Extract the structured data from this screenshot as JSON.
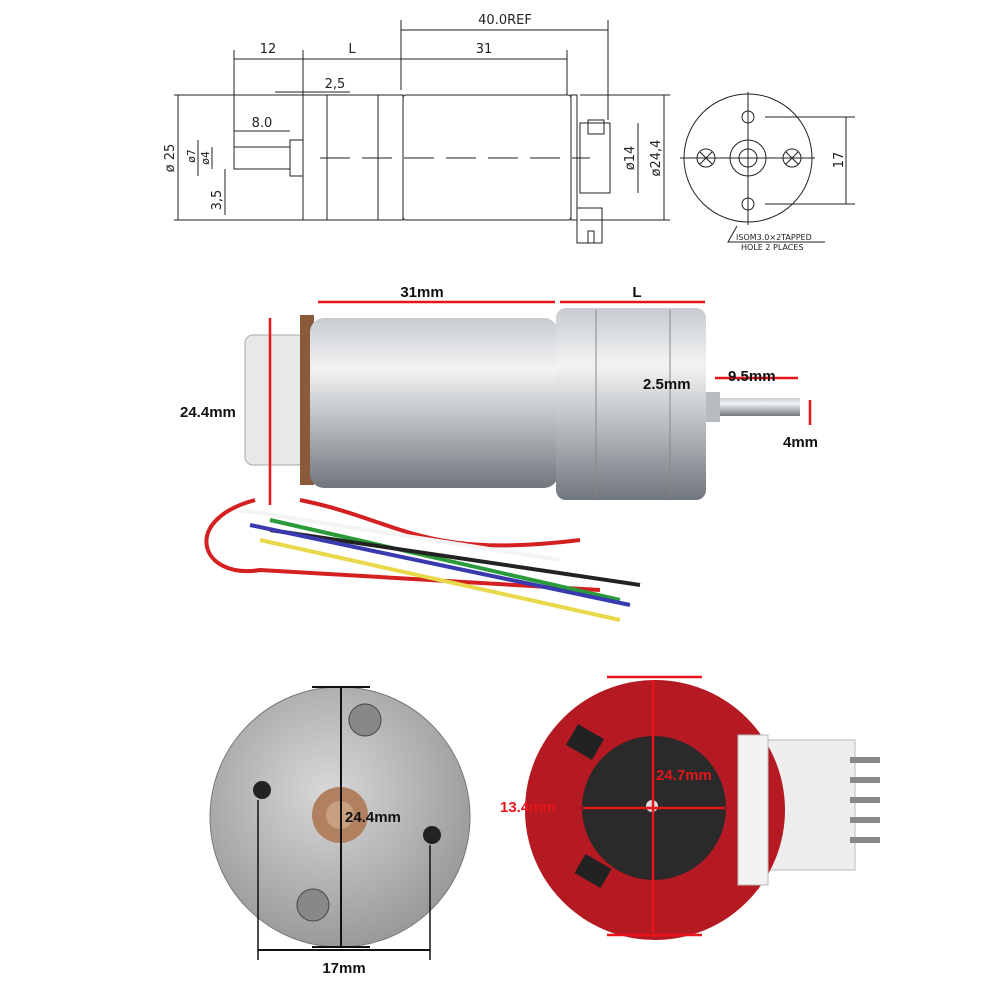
{
  "drawing": {
    "dim_overall": "40.0REF",
    "dim_shaft_length": "12",
    "dim_gearbox": "L",
    "dim_motor": "31",
    "dim_flange": "2,5",
    "dim_flat": "8.0",
    "dim_dia_25": "ø 25",
    "dim_dia_7": "ø7",
    "dim_dia_4": "ø4",
    "dim_flat_depth": "3,5",
    "dim_dia_14": "ø14",
    "dim_dia_24_4": "ø24,4",
    "dim_hole_spacing": "17",
    "note_line1": "ISOM3.0×2TAPPED",
    "note_line2": "HOLE 2 PLACES"
  },
  "side_photo": {
    "motor_length": "31mm",
    "gearbox_length": "L",
    "diameter": "24.4mm",
    "flange": "2.5mm",
    "shaft_length": "9.5mm",
    "shaft_dia": "4mm"
  },
  "front_photo": {
    "diameter": "24.4mm",
    "hole_spacing": "17mm"
  },
  "encoder_photo": {
    "diameter": "24.7mm",
    "magnet": "13.4mm"
  },
  "colors": {
    "annotation": "#e8141b",
    "pcb": "#b51a22"
  }
}
